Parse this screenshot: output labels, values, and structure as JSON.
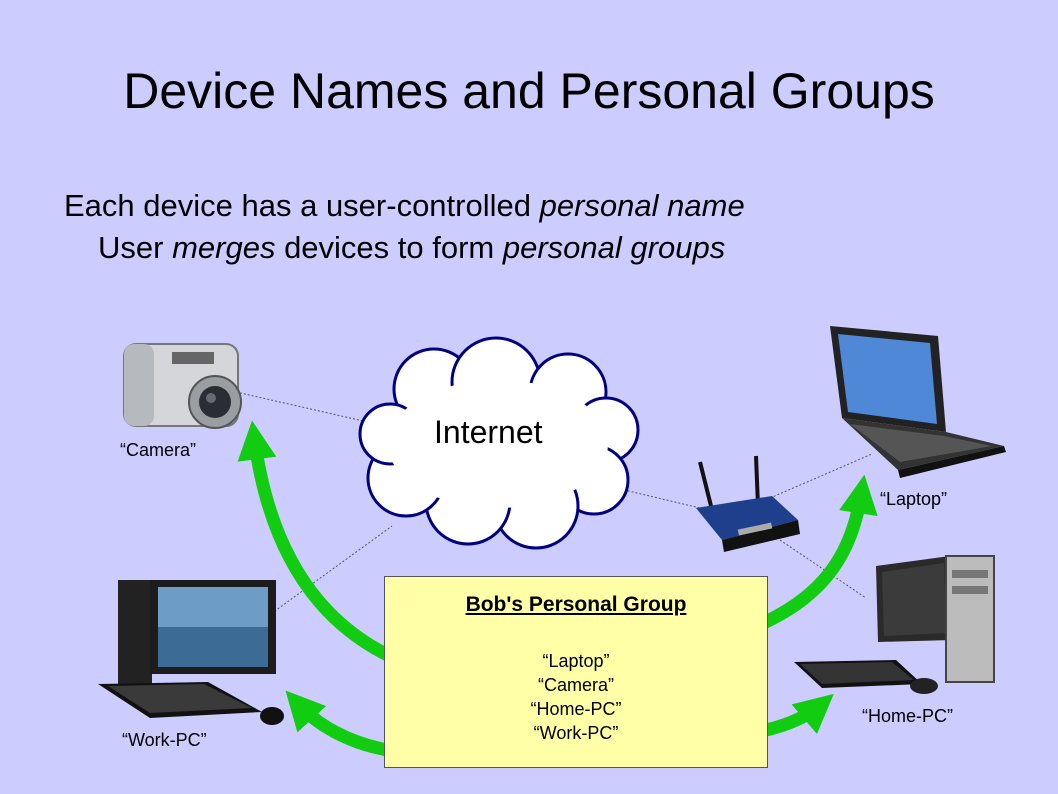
{
  "title": "Device Names and Personal Groups",
  "bullets": {
    "line1": {
      "pre": "Each device has a user-controlled ",
      "em": "personal name",
      "post": ""
    },
    "line2": {
      "pre": "User ",
      "em1": "merges",
      "mid": " devices to form ",
      "em2": "personal groups"
    }
  },
  "cloud_label": "Internet",
  "devices": {
    "camera": "“Camera”",
    "laptop": "“Laptop”",
    "work_pc": "“Work-PC”",
    "home_pc": "“Home-PC”"
  },
  "group": {
    "title": "Bob's Personal Group",
    "members": [
      "“Laptop”",
      "“Camera”",
      "“Home-PC”",
      "“Work-PC”"
    ]
  },
  "colors": {
    "background": "#ccccff",
    "group_box": "#ffffa8",
    "arrow": "#11cc11"
  }
}
